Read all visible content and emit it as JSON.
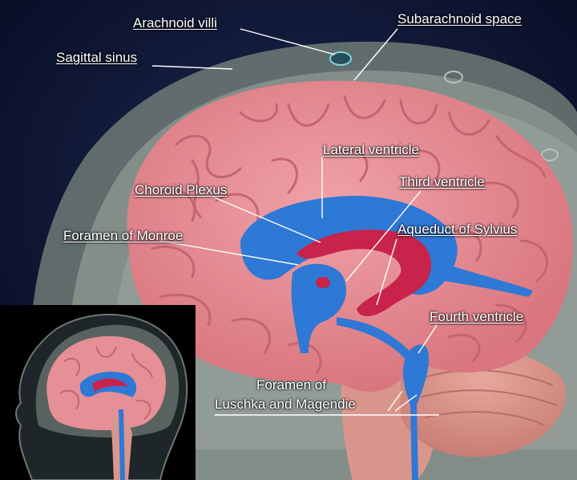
{
  "labels": {
    "arachnoid_villi": "Arachnoid villi",
    "subarachnoid_space": "Subarachnoid space",
    "sagittal_sinus": "Sagittal sinus",
    "lateral_ventricle": "Lateral ventricle",
    "choroid_plexus": "Choroid Plexus",
    "third_ventricle": "Third ventricle",
    "foramen_of_monroe": "Foramen of Monroe",
    "aqueduct_of_sylvius": "Aqueduct of Sylvius",
    "fourth_ventricle": "Fourth ventricle",
    "foramen_of_line1": "Foramen of",
    "foramen_of_line2": "Luschka and Magendie"
  },
  "colors": {
    "brain": "#e58f96",
    "brain_fold": "#c76872",
    "ventricle": "#2e78d6",
    "choroid": "#c8234a",
    "cerebellum": "#d9968c",
    "skull": "#8d978f",
    "background": "#0b1330"
  }
}
